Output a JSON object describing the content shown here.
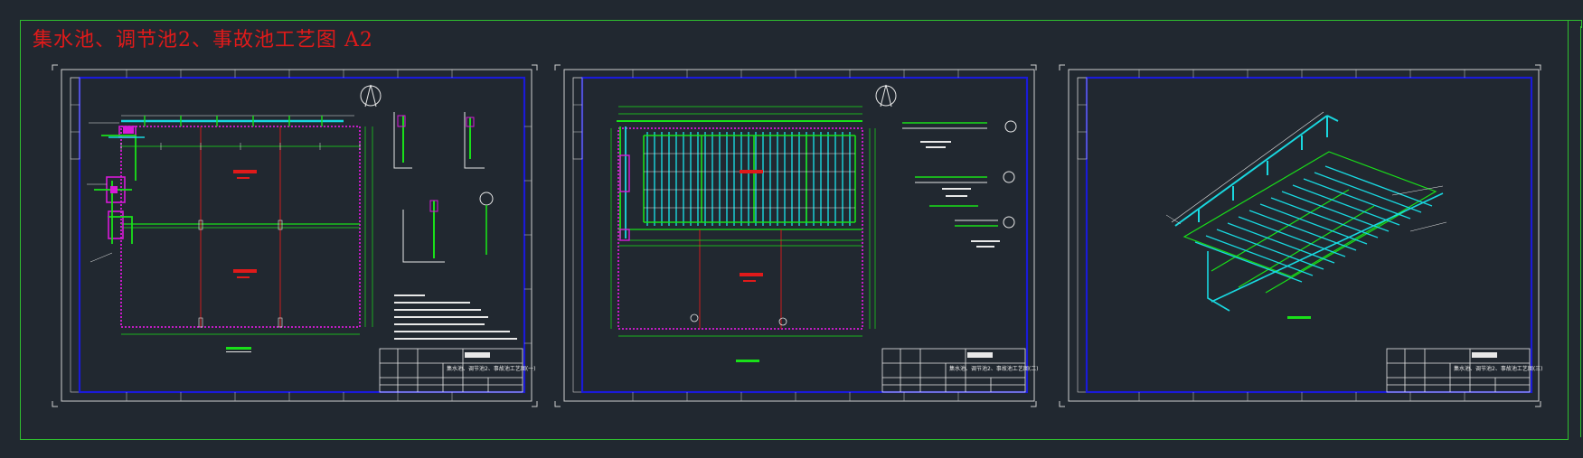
{
  "drawing": {
    "title": "集水池、调节池2、事故池工艺图  A2"
  },
  "colors": {
    "background": "#212830",
    "outer_frame": "#2fbf2f",
    "sheet_border": "#d0d0d0",
    "inner_border": "#1a1ad8",
    "title_text": "#e01a1a",
    "pipe_green": "#19e019",
    "pipe_cyan": "#19d8e0",
    "wall_magenta": "#d81ad8",
    "label_red": "#e01a1a",
    "white": "#e8e8e8"
  },
  "sheets": [
    {
      "name": "sheet-1-plan",
      "tb_label": "集水池、调节池2、事故池工艺图(一)"
    },
    {
      "name": "sheet-2-aeration-plan",
      "tb_label": "集水池、调节池2、事故池工艺图(二)"
    },
    {
      "name": "sheet-3-isometric",
      "tb_label": "集水池、调节池2、事故池工艺图(三)"
    }
  ]
}
